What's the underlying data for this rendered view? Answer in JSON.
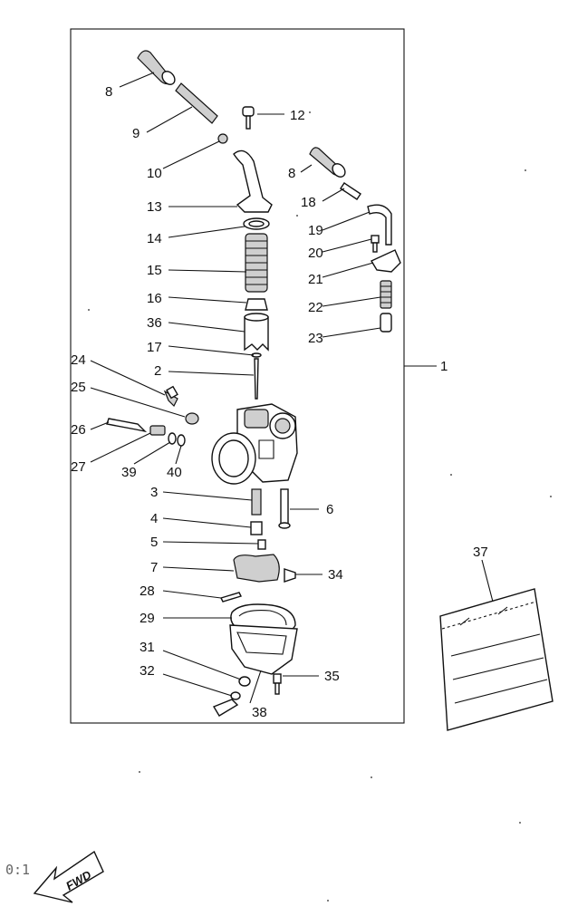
{
  "diagram": {
    "callouts": {
      "c8a": "8",
      "c9": "9",
      "c10": "10",
      "c12": "12",
      "c13": "13",
      "c14": "14",
      "c15": "15",
      "c16": "16",
      "c36": "36",
      "c17": "17",
      "c2": "2",
      "c24": "24",
      "c25": "25",
      "c26": "26",
      "c27": "27",
      "c39": "39",
      "c40": "40",
      "c3": "3",
      "c4": "4",
      "c5": "5",
      "c7": "7",
      "c28": "28",
      "c29": "29",
      "c31": "31",
      "c32": "32",
      "c38": "38",
      "c35": "35",
      "c34": "34",
      "c6": "6",
      "c8b": "8",
      "c18": "18",
      "c19": "19",
      "c20": "20",
      "c21": "21",
      "c22": "22",
      "c23": "23",
      "c1": "1",
      "c37": "37"
    },
    "corner_code": "0:1",
    "fwd_label": "FWD"
  }
}
